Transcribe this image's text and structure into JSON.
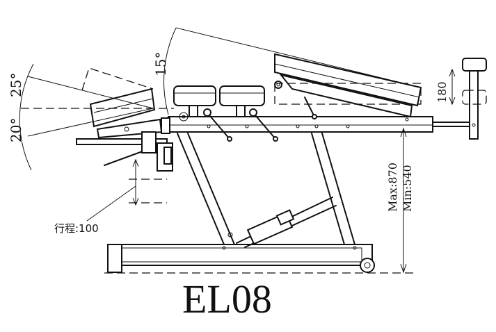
{
  "model": "EL08",
  "angles": {
    "head_up": "25°",
    "head_down": "20°",
    "leg": "15°"
  },
  "height": {
    "max": "Max:870",
    "min": "Min:540"
  },
  "headrest_adjust": "180",
  "stroke_label": "行程:100"
}
